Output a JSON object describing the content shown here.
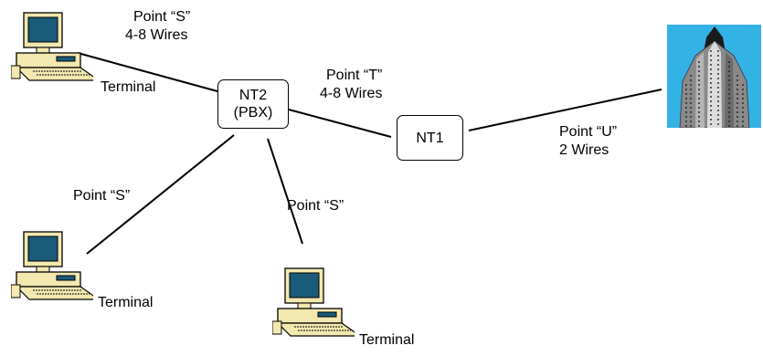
{
  "nodes": {
    "nt2": {
      "line1": "NT2",
      "line2": "(PBX)"
    },
    "nt1": {
      "label": "NT1"
    },
    "terminals": [
      "Terminal",
      "Terminal",
      "Terminal"
    ],
    "building": {
      "icon": "office-building-icon"
    }
  },
  "links": {
    "s_top": {
      "point": "Point “S”",
      "wires": "4-8 Wires"
    },
    "t": {
      "point": "Point “T”",
      "wires": "4-8 Wires"
    },
    "u": {
      "point": "Point “U”",
      "wires": "2 Wires"
    },
    "s_left": {
      "point": "Point “S”"
    },
    "s_mid": {
      "point": "Point “S”"
    }
  },
  "icons": {
    "terminal": "computer-terminal-icon"
  },
  "colors": {
    "monitor_body": "#f2e8b0",
    "screen": "#1a5a7a",
    "sky": "#33b2e6",
    "building": "#8a8a8a"
  }
}
